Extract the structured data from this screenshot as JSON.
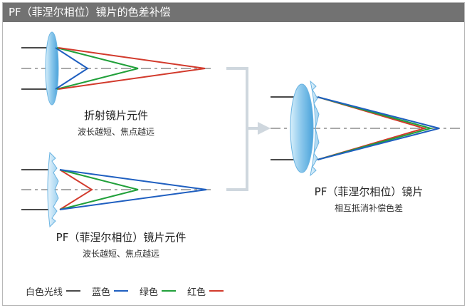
{
  "title": "PF（菲涅尔相位）镜片的色差补偿",
  "refractive": {
    "label": "折射镜片元件",
    "note": "波长越短、焦点越远"
  },
  "pf_element": {
    "label": "PF（菲涅尔相位）镜片元件",
    "note": "波长越短、焦点越远"
  },
  "combined": {
    "label": "PF（菲涅尔相位）镜片",
    "note": "相互抵消补偿色差"
  },
  "legend": [
    {
      "label": "白色光线",
      "color": "#4a4a4a"
    },
    {
      "label": "蓝色",
      "color": "#1f5fc0"
    },
    {
      "label": "绿色",
      "color": "#21a03a"
    },
    {
      "label": "红色",
      "color": "#d23a2c"
    }
  ],
  "colors": {
    "white_ray": "#4a4a4a",
    "blue": "#1f5fc0",
    "green": "#21a03a",
    "red": "#d23a2c",
    "lens": "#8ec9ec",
    "title_bar": "#727272"
  }
}
